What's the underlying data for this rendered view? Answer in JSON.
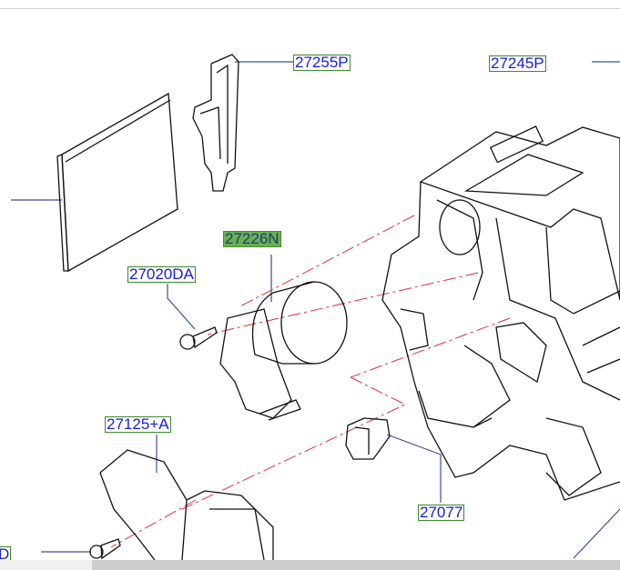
{
  "diagram": {
    "part_labels": [
      {
        "id": "27255P",
        "selected": false
      },
      {
        "id": "27245P",
        "selected": false
      },
      {
        "id": "27226N",
        "selected": true
      },
      {
        "id": "27020DA",
        "selected": false
      },
      {
        "id": "27125+A",
        "selected": false
      },
      {
        "id": "27077",
        "selected": false
      },
      {
        "id": "D",
        "selected": false
      }
    ],
    "colors": {
      "label_text": "#1a1adb",
      "label_border": "#3a8a2a",
      "selected_fill": "#6ab04c",
      "leader_line": "#3a4f9a",
      "centerline": "#e0303a"
    }
  }
}
